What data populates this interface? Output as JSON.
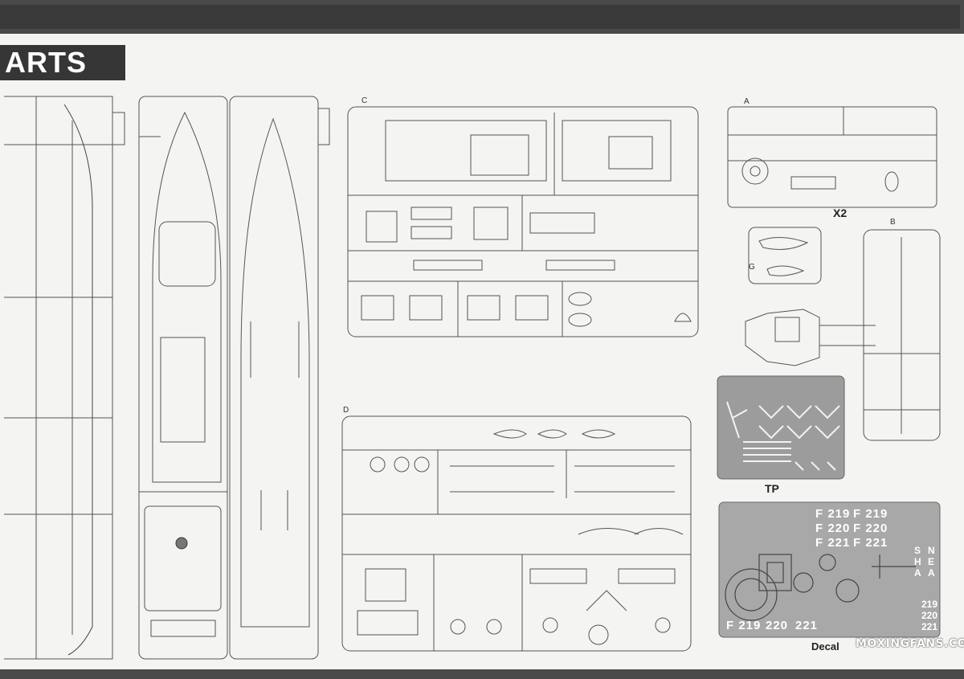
{
  "header": {
    "section_title": "ARTS"
  },
  "sprues": [
    {
      "letter": "C"
    },
    {
      "letter": "A"
    },
    {
      "letter": "B"
    },
    {
      "letter": "D"
    },
    {
      "letter": "G"
    }
  ],
  "labels": {
    "x2": "X2",
    "tp": "TP",
    "decal": "Decal"
  },
  "decal_sheet": {
    "hull_numbers": [
      "F 219",
      "F 219",
      "F 220",
      "F 220",
      "F 221",
      "F 221"
    ],
    "bottom_numbers": [
      "F 219",
      "220",
      "221"
    ],
    "side_letters_1": [
      "S",
      "H",
      "A"
    ],
    "side_letters_2": [
      "N",
      "E",
      "A"
    ],
    "side_numbers": [
      "219",
      "220",
      "221"
    ]
  },
  "watermark": {
    "text": "MOXINGFANS.COM"
  },
  "colors": {
    "header_bg": "#363636",
    "decal_bg": "#a8a8a8",
    "tp_bg": "#9c9c9c"
  }
}
